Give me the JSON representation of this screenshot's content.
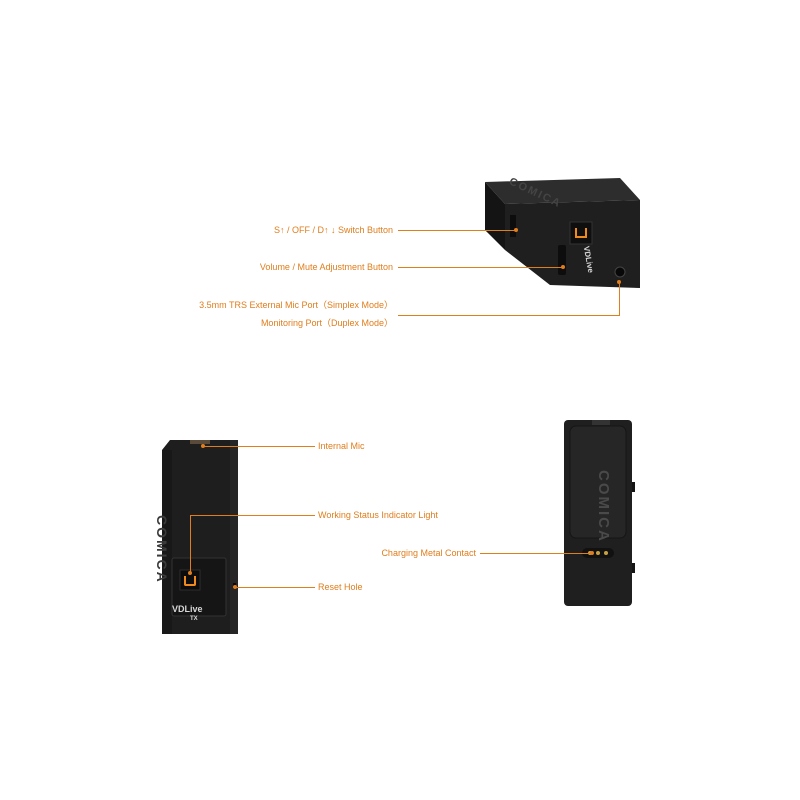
{
  "callouts": {
    "switch_button": "S↑ / OFF / D↑ ↓ Switch Button",
    "volume_button": "Volume / Mute Adjustment Button",
    "mic_port_line1": "3.5mm TRS External Mic Port（Simplex Mode）",
    "mic_port_line2": "Monitoring Port（Duplex Mode）",
    "internal_mic": "Internal Mic",
    "status_light": "Working Status Indicator Light",
    "reset_hole": "Reset Hole",
    "charging_contact": "Charging Metal Contact"
  },
  "device": {
    "brand": "COMICA",
    "model": "VDLive",
    "model_suffix": "TX"
  },
  "colors": {
    "accent": "#e07d1c",
    "device_body": "#222222",
    "background": "#ffffff"
  }
}
